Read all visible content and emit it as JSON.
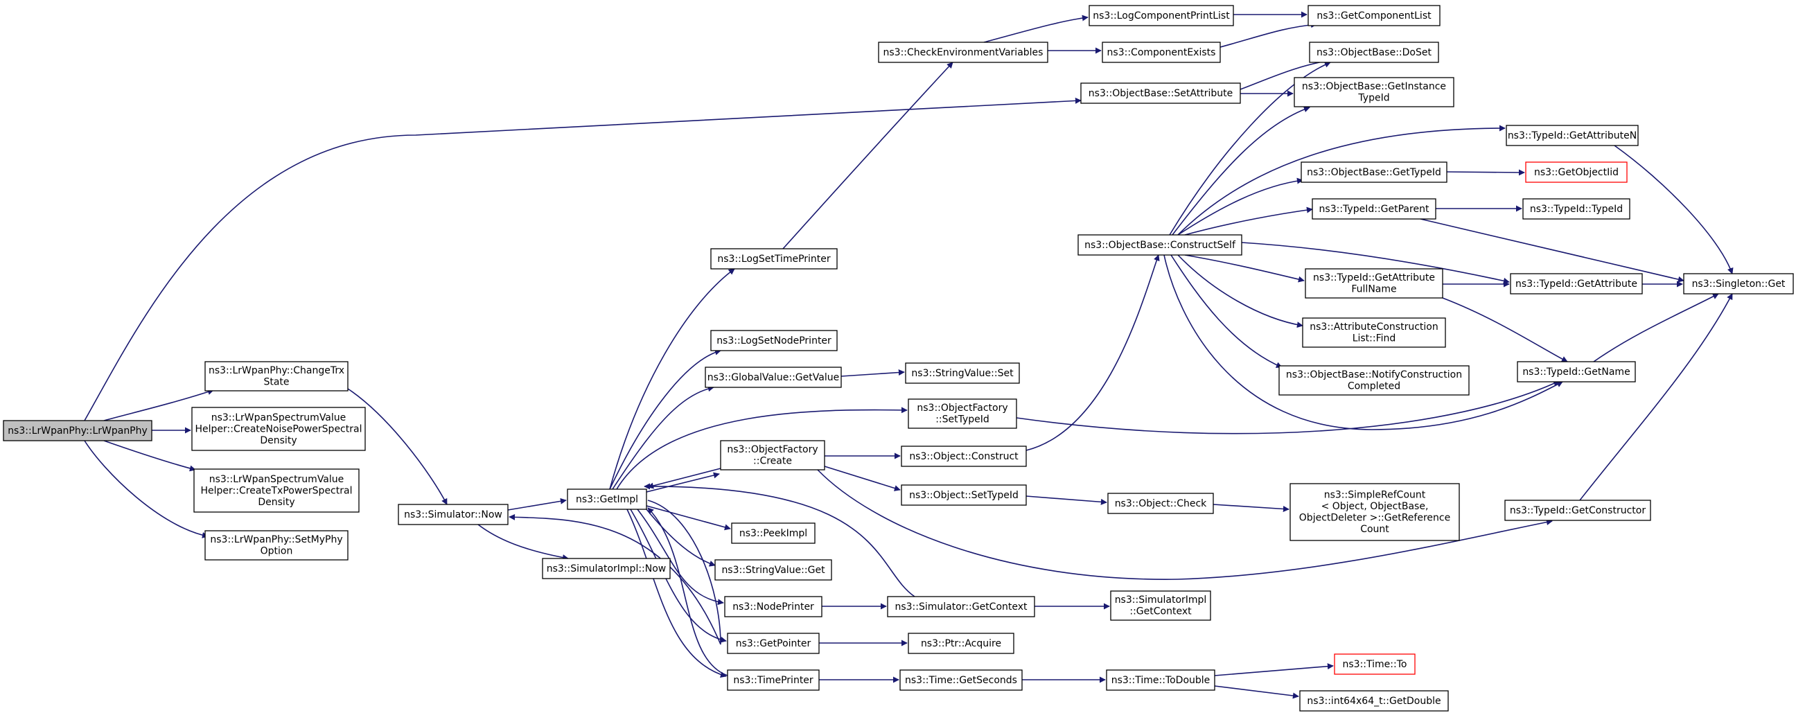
{
  "nodes": [
    {
      "id": "root",
      "lines": [
        "ns3::LrWpanPhy::LrWpanPhy"
      ],
      "kind": "root"
    },
    {
      "id": "change",
      "lines": [
        "ns3::LrWpanPhy::ChangeTrx",
        "State"
      ]
    },
    {
      "id": "noise",
      "lines": [
        "ns3::LrWpanSpectrumValue",
        "Helper::CreateNoisePowerSpectral",
        "Density"
      ]
    },
    {
      "id": "txpsd",
      "lines": [
        "ns3::LrWpanSpectrumValue",
        "Helper::CreateTxPowerSpectral",
        "Density"
      ]
    },
    {
      "id": "setmyphy",
      "lines": [
        "ns3::LrWpanPhy::SetMyPhy",
        "Option"
      ]
    },
    {
      "id": "simnow",
      "lines": [
        "ns3::Simulator::Now"
      ]
    },
    {
      "id": "getimpl",
      "lines": [
        "ns3::GetImpl"
      ]
    },
    {
      "id": "simimplnow",
      "lines": [
        "ns3::SimulatorImpl::Now"
      ]
    },
    {
      "id": "logsettime",
      "lines": [
        "ns3::LogSetTimePrinter"
      ]
    },
    {
      "id": "logsetnode",
      "lines": [
        "ns3::LogSetNodePrinter"
      ]
    },
    {
      "id": "gvget",
      "lines": [
        "ns3::GlobalValue::GetValue"
      ]
    },
    {
      "id": "ofcreate",
      "lines": [
        "ns3::ObjectFactory",
        "::Create"
      ]
    },
    {
      "id": "peekimpl",
      "lines": [
        "ns3::PeekImpl"
      ]
    },
    {
      "id": "svget",
      "lines": [
        "ns3::StringValue::Get"
      ]
    },
    {
      "id": "nodeprinter",
      "lines": [
        "ns3::NodePrinter"
      ]
    },
    {
      "id": "getpointer",
      "lines": [
        "ns3::GetPointer"
      ]
    },
    {
      "id": "timeprinter",
      "lines": [
        "ns3::TimePrinter"
      ]
    },
    {
      "id": "checkenv",
      "lines": [
        "ns3::CheckEnvironmentVariables"
      ]
    },
    {
      "id": "svset",
      "lines": [
        "ns3::StringValue::Set"
      ]
    },
    {
      "id": "ofsettypeid",
      "lines": [
        "ns3::ObjectFactory",
        "::SetTypeId"
      ]
    },
    {
      "id": "objconstruct",
      "lines": [
        "ns3::Object::Construct"
      ]
    },
    {
      "id": "objsettypeid",
      "lines": [
        "ns3::Object::SetTypeId"
      ]
    },
    {
      "id": "simgetctx",
      "lines": [
        "ns3::Simulator::GetContext"
      ]
    },
    {
      "id": "ptracquire",
      "lines": [
        "ns3::Ptr::Acquire"
      ]
    },
    {
      "id": "timegetsec",
      "lines": [
        "ns3::Time::GetSeconds"
      ]
    },
    {
      "id": "logcompprint",
      "lines": [
        "ns3::LogComponentPrintList"
      ]
    },
    {
      "id": "compexists",
      "lines": [
        "ns3::ComponentExists"
      ]
    },
    {
      "id": "obsetattr",
      "lines": [
        "ns3::ObjectBase::SetAttribute"
      ]
    },
    {
      "id": "obconstructself",
      "lines": [
        "ns3::ObjectBase::ConstructSelf"
      ]
    },
    {
      "id": "objcheck",
      "lines": [
        "ns3::Object::Check"
      ]
    },
    {
      "id": "simimplgetctx",
      "lines": [
        "ns3::SimulatorImpl",
        "::GetContext"
      ]
    },
    {
      "id": "timetodouble",
      "lines": [
        "ns3::Time::ToDouble"
      ]
    },
    {
      "id": "getcomplist",
      "lines": [
        "ns3::GetComponentList"
      ]
    },
    {
      "id": "obdoset",
      "lines": [
        "ns3::ObjectBase::DoSet"
      ]
    },
    {
      "id": "obgetinst",
      "lines": [
        "ns3::ObjectBase::GetInstance",
        "TypeId"
      ]
    },
    {
      "id": "obgettypeid",
      "lines": [
        "ns3::ObjectBase::GetTypeId"
      ]
    },
    {
      "id": "tidgetparent",
      "lines": [
        "ns3::TypeId::GetParent"
      ]
    },
    {
      "id": "tidgetattrfull",
      "lines": [
        "ns3::TypeId::GetAttribute",
        "FullName"
      ]
    },
    {
      "id": "attrconstr",
      "lines": [
        "ns3::AttributeConstruction",
        "List::Find"
      ]
    },
    {
      "id": "obnotify",
      "lines": [
        "ns3::ObjectBase::NotifyConstruction",
        "Completed"
      ]
    },
    {
      "id": "simplerefcount",
      "lines": [
        "ns3::SimpleRefCount",
        "< Object, ObjectBase,",
        "ObjectDeleter >::GetReference",
        "Count"
      ]
    },
    {
      "id": "timeto",
      "lines": [
        "ns3::Time::To"
      ],
      "kind": "missing"
    },
    {
      "id": "int64getdouble",
      "lines": [
        "ns3::int64x64_t::GetDouble"
      ]
    },
    {
      "id": "tidgetattrn",
      "lines": [
        "ns3::TypeId::GetAttributeN"
      ]
    },
    {
      "id": "getobjectiid",
      "lines": [
        "ns3::GetObjectIid"
      ],
      "kind": "missing"
    },
    {
      "id": "tidtypeid",
      "lines": [
        "ns3::TypeId::TypeId"
      ]
    },
    {
      "id": "tidgetattr",
      "lines": [
        "ns3::TypeId::GetAttribute"
      ]
    },
    {
      "id": "tidgetname",
      "lines": [
        "ns3::TypeId::GetName"
      ]
    },
    {
      "id": "tidgetconstr",
      "lines": [
        "ns3::TypeId::GetConstructor"
      ]
    },
    {
      "id": "singletonget",
      "lines": [
        "ns3::Singleton::Get"
      ]
    }
  ]
}
